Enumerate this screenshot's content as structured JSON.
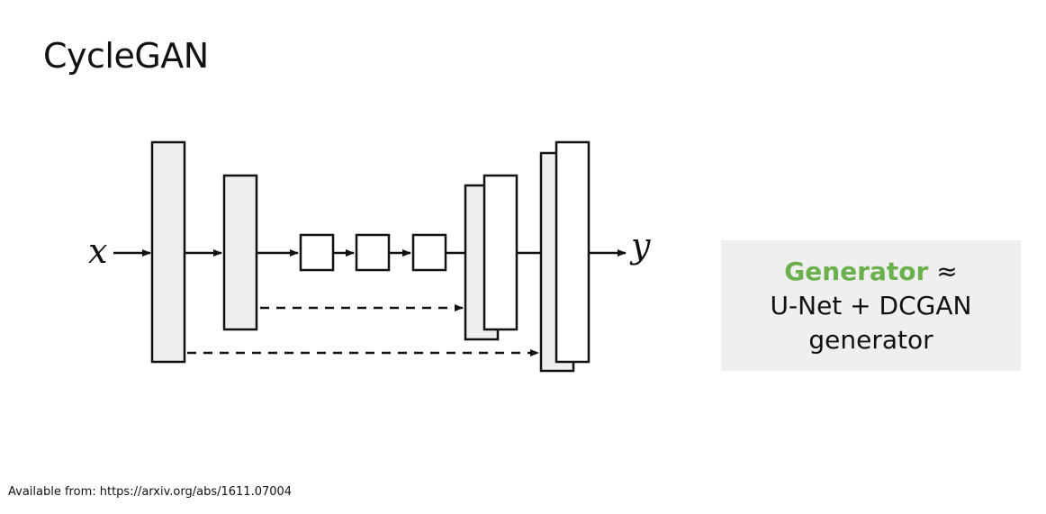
{
  "title": "CycleGAN",
  "diagram": {
    "input_label": "x",
    "output_label": "y"
  },
  "callout": {
    "highlight": "Generator",
    "approx_symbol": "≈",
    "line2": "U-Net + DCGAN",
    "line3": "generator",
    "highlight_color": "#6ab04c",
    "background_color": "#efefef"
  },
  "footnote": "Available from: https://arxiv.org/abs/1611.07004"
}
